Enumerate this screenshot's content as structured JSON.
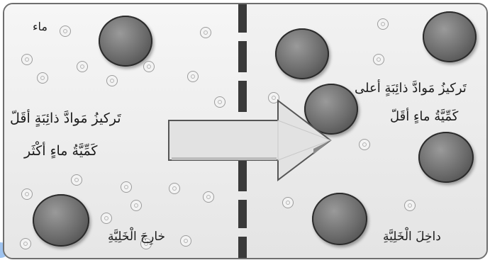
{
  "labels": {
    "water": "ماء",
    "outside_concentration": "تَركيزُ مَوادَّ ذائِبَةٍ أقَلّ",
    "outside_water": "كَمِّيَّةُ ماءٍ أكْثَر",
    "outside_cell": "خارِجَ الْخَلِيَّةِ",
    "inside_concentration": "تَركيزُ مَوادَّ ذائِبَةٍ أعلى",
    "inside_water": "كَمِّيَّةُ ماءٍ أقَلّ",
    "inside_cell": "داخِلَ الْخَلِيَّةِ"
  },
  "colors": {
    "membrane": "#3a3a3a",
    "solute": "#6a6a6a",
    "arrow_fill": "#e2e2e2",
    "background": "#ececec"
  }
}
